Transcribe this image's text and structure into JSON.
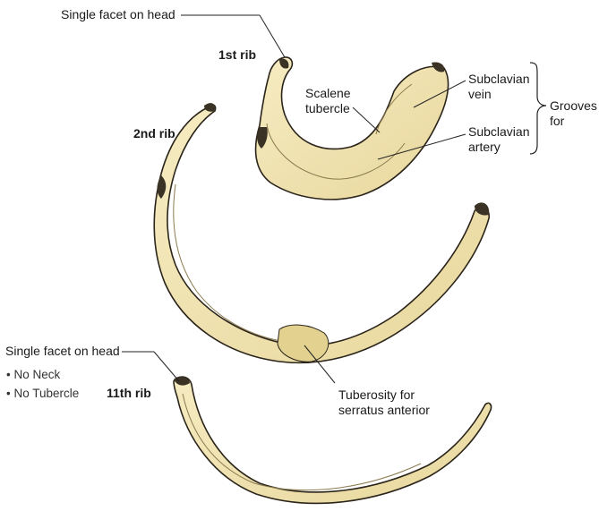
{
  "labels": {
    "facet_head_top": "Single facet on head",
    "rib1": "1st rib",
    "scalene_1": "Scalene",
    "scalene_2": "tubercle",
    "sub_vein_1": "Subclavian",
    "sub_vein_2": "vein",
    "sub_artery_1": "Subclavian",
    "sub_artery_2": "artery",
    "grooves_1": "Grooves",
    "grooves_2": "for",
    "rib2": "2nd rib",
    "facet_head_bottom": "Single facet on head",
    "no_neck": "No Neck",
    "no_tubercle": "No Tubercle",
    "rib11": "11th rib",
    "tuberosity_1": "Tuberosity for",
    "tuberosity_2": "serratus anterior"
  },
  "colors": {
    "bone_fill": "#f2e6b4",
    "bone_shade": "#d9c98e",
    "bone_outline": "#2a241a",
    "leader_line": "#222222"
  }
}
